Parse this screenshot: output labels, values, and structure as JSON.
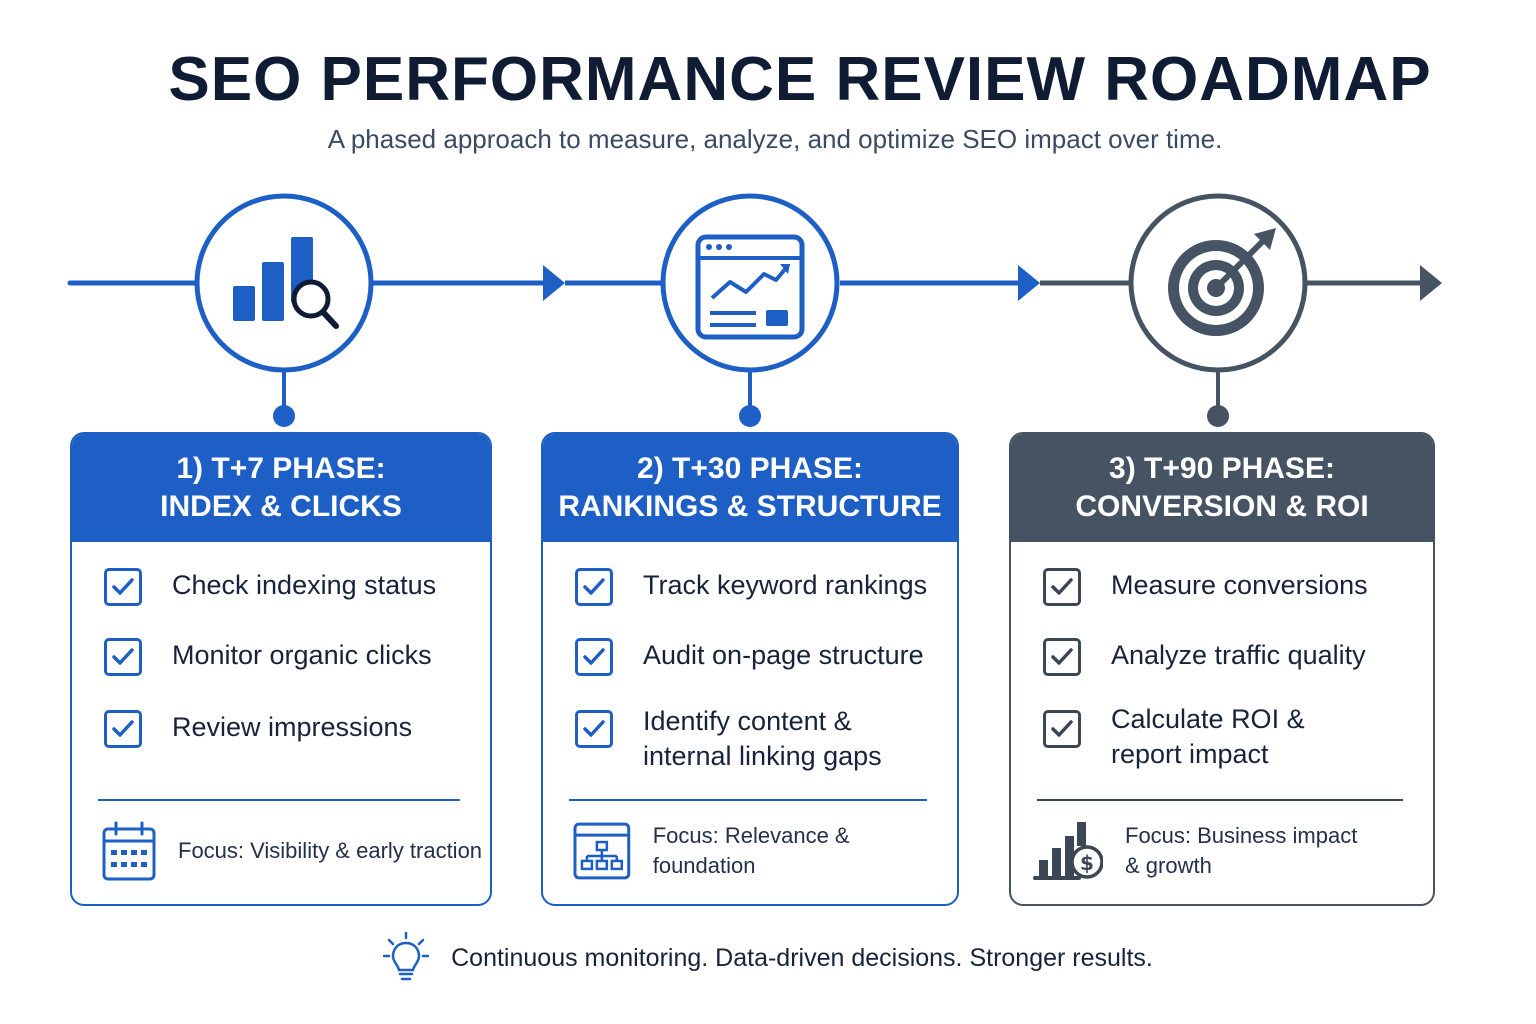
{
  "header": {
    "title": "SEO PERFORMANCE REVIEW ROADMAP",
    "subtitle": "A phased approach to measure, analyze, and optimize SEO impact over time."
  },
  "phases": [
    {
      "heading_line1": "1)  T+7 PHASE:",
      "heading_line2": "INDEX & CLICKS",
      "icon": "bar-chart-magnifier-icon",
      "color": "#1d5fc4",
      "items": [
        "Check indexing status",
        "Monitor organic clicks",
        "Review impressions"
      ],
      "focus_icon": "calendar-icon",
      "focus": "Focus: Visibility & early traction"
    },
    {
      "heading_line1": "2)  T+30 PHASE:",
      "heading_line2": "RANKINGS & STRUCTURE",
      "icon": "browser-trend-icon",
      "color": "#1d5fc4",
      "items": [
        "Track keyword rankings",
        "Audit on-page structure",
        "Identify content &",
        "internal linking gaps"
      ],
      "focus_icon": "sitemap-icon",
      "focus": "Focus: Relevance & foundation"
    },
    {
      "heading_line1": "3)  T+90 PHASE:",
      "heading_line2": "CONVERSION & ROI",
      "icon": "target-arrow-icon",
      "color": "#465363",
      "items": [
        "Measure conversions",
        "Analyze traffic quality",
        "Calculate ROI &",
        "report impact"
      ],
      "focus_icon": "dollar-growth-icon",
      "focus_line1": "Focus: Business impact",
      "focus_line2": "& growth"
    }
  ],
  "footer": {
    "icon": "lightbulb-icon",
    "text": "Continuous monitoring. Data-driven decisions. Stronger results."
  }
}
